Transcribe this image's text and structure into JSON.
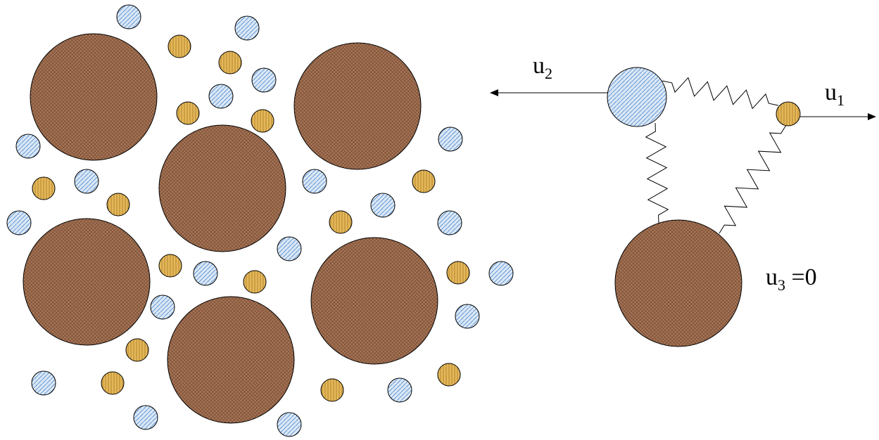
{
  "colors": {
    "large_particle": "#a87656",
    "small_particle_yellow": "#e4b85a",
    "small_particle_blue": "#dbe8f5",
    "blue_hatch": "#6a9bd8",
    "outline": "#000000"
  },
  "labels": {
    "u1": {
      "main": "u",
      "sub": "1"
    },
    "u2": {
      "main": "u",
      "sub": "2"
    },
    "u3": {
      "main": "u",
      "sub": "3",
      "rest": " =0"
    }
  },
  "legend": []
}
